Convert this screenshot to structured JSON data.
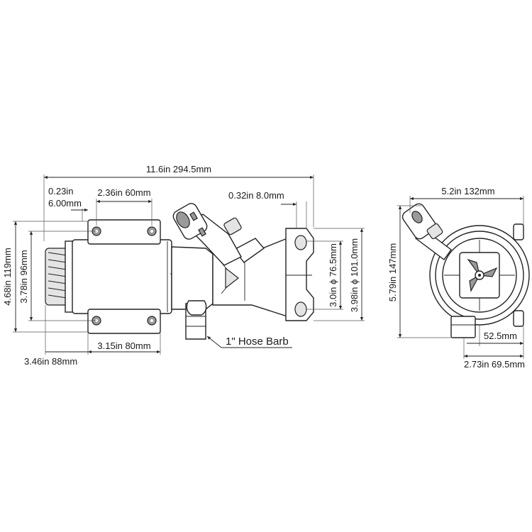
{
  "dimensions": {
    "overall_length": "11.6in 294.5mm",
    "flange_in": "0.23in",
    "flange_mm": "6.00mm",
    "mount_spacing_top": "2.36in 60mm",
    "port_thickness": "0.32in 8.0mm",
    "total_height": "4.68in 119mm",
    "motor_height": "3.78in 96mm",
    "inner_diameter": "3.0in ϕ 76.5mm",
    "outer_diameter": "3.98in ϕ 101.0mm",
    "mount_spacing_bottom": "3.15in 80mm",
    "motor_length": "3.46in 88mm",
    "hose_barb": "1\" Hose Barb",
    "end_width": "5.2in 132mm",
    "end_height": "5.79in 147mm",
    "end_offset": "52.5mm",
    "end_outlet": "2.73in 69.5mm"
  },
  "icons": {
    "pump_side_view": "pump-side-view-icon",
    "pump_end_view": "pump-end-view-icon"
  }
}
